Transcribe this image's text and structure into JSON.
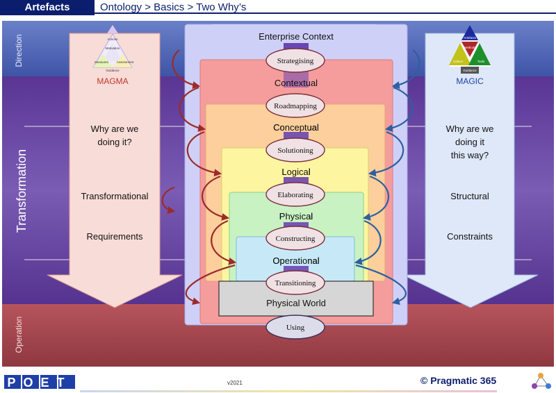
{
  "header": {
    "tag": "Artefacts",
    "breadcrumb": "Ontology > Basics > Two Why’s"
  },
  "bands": {
    "top": "Direction",
    "middle": "Transformation",
    "bottom": "Operation"
  },
  "left_arrow": {
    "brand": "MAGMA",
    "triangle": {
      "top": "Actions",
      "center": "Motivation",
      "left": "Measures",
      "right": "Assessment",
      "bottom": "Guidance"
    },
    "question": [
      "Why are we",
      "doing it?"
    ],
    "kind": "Transformational",
    "topic": "Requirements"
  },
  "right_arrow": {
    "brand": "MAGIC",
    "triangle": {
      "top": "Artefacts",
      "center": "Methods",
      "left": "Culture",
      "right": "Tools",
      "bottom": "Guidance"
    },
    "question": [
      "Why are we",
      "doing it",
      "this way?"
    ],
    "kind": "Structural",
    "topic": "Constraints"
  },
  "levels": {
    "enterprise": "Enterprise Context",
    "contextual": "Contextual",
    "conceptual": "Conceptual",
    "logical": "Logical",
    "physical": "Physical",
    "operational": "Operational",
    "physical_world": "Physical World"
  },
  "activities": {
    "strategising": "Strategising",
    "roadmapping": "Roadmapping",
    "solutioning": "Solutioning",
    "elaborating": "Elaborating",
    "constructing": "Constructing",
    "transitioning": "Transitioning",
    "using": "Using"
  },
  "footer": {
    "logo": "POET",
    "version": "v2021",
    "copyright": "© Pragmatic 365"
  },
  "colors": {
    "navy": "#0b1e6e",
    "direction_band": "#4f63b4",
    "transformation_band": "#5f3d9a",
    "operation_band": "#a8464e",
    "contextual": "#f59c9c",
    "conceptual": "#fccf9c",
    "logical": "#fdf5a0",
    "physical": "#c9f2c2",
    "operational": "#c7e9f7",
    "enterprise": "#cfd0f7",
    "oval": "#f0e1e4",
    "left_arrow": "#f8dcd8",
    "right_arrow": "#dfe8f8",
    "magma_text": "#c0392b",
    "magic_text": "#1f3fa8"
  }
}
